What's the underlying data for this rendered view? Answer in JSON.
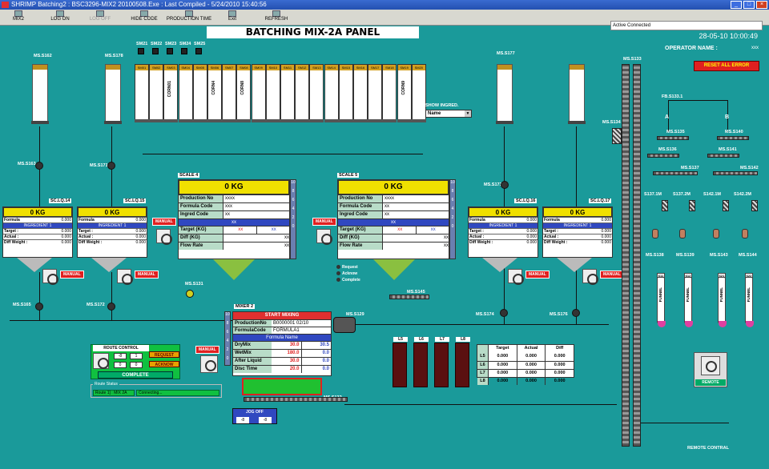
{
  "window": {
    "title": "SHRIMP Batching2 : BSC3296-MIX2 20100508.Exe : Last Compiled - 5/24/2010 15:40:56",
    "status": "Active Connected"
  },
  "toolbar": {
    "items": [
      "MIX2",
      "LOG ON",
      "LOG OFF",
      "HIDE CODE",
      "PRODUCTION TIME",
      "Exit",
      "REFRESH"
    ]
  },
  "header": {
    "title": "BATCHING MIX-2A   PANEL",
    "datetime": "28-05-10 10:00:49",
    "operator_label": "OPERATOR NAME :",
    "operator_value": "xxx",
    "reset": "RESET ALL ERROR"
  },
  "silos": {
    "s162": "MS.S162",
    "s178": "MS.S178",
    "s177": "MS.S177",
    "s133": "MS.S133",
    "s163": "MS.S163",
    "s171": "MS.S171",
    "s173": "MS.S173",
    "s134": "MS.S134",
    "sm21": "SM21",
    "sm22": "SM22",
    "sm23": "SM23",
    "sm24": "SM24",
    "sm25": "SM25"
  },
  "bins": {
    "labels": [
      "SM01",
      "SM02",
      "SM03",
      "SM04",
      "SM05",
      "SM06",
      "SM07",
      "SM08",
      "SM09",
      "SM10",
      "SM11",
      "SM12",
      "SM13",
      "SM14",
      "SM15",
      "SM16",
      "SM17",
      "SM18",
      "SM19",
      "SM20"
    ],
    "v1": "CORN01",
    "v2": "CORN4",
    "v3": "CORN8",
    "v4": "CORN9"
  },
  "show_ingred": {
    "label": "SHOW INGRED.",
    "value": "Name"
  },
  "scale4": {
    "label": "SCALE 4",
    "weight": "0 KG",
    "prod_k": "Production No",
    "prod_v": "xxxx",
    "form_k": "Formula Code",
    "form_v": "xxx",
    "ingr_k": "Ingred Code",
    "ingr_v": "xx",
    "bar": "xx",
    "target_k": "Target (KG)",
    "target_a": "xx",
    "target_b": "xx",
    "diff_k": "Diff (KG)",
    "diff_v": "xx",
    "flow_k": "Flow Rate",
    "flow_v": "xx"
  },
  "scale5": {
    "label": "SCALE 5",
    "weight": "0 KG",
    "prod_k": "Production No",
    "prod_v": "xxxx",
    "form_k": "Formula Code",
    "form_v": "xx",
    "ingr_k": "Ingred Code",
    "ingr_v": "xx",
    "bar": "xx",
    "target_k": "Target (KG)",
    "target_a": "xx",
    "target_b": "xx",
    "diff_k": "Diff (KG)",
    "diff_v": "xx",
    "flow_k": "Flow Rate",
    "flow_v": "xx"
  },
  "scale_ticks": [
    "10",
    "8",
    "6",
    "4",
    "2",
    "0"
  ],
  "sc14": {
    "label": "SC.LQ.14",
    "weight": "0 KG",
    "formula": "Formula",
    "ingr": "INGREDIENT 1",
    "target": "Target :",
    "actual": "Actual :",
    "diff": "Diff Weight :",
    "vals": [
      "0.000",
      "0.000",
      "0.000",
      "0.000"
    ]
  },
  "sc15": {
    "label": "SC.LQ.15",
    "weight": "0 KG",
    "formula": "Formula",
    "ingr": "INGREDIENT 1",
    "target": "Target :",
    "actual": "Actual :",
    "diff": "Diff Weight :",
    "vals": [
      "0.000",
      "0.000",
      "0.000",
      "0.000"
    ]
  },
  "sc16": {
    "label": "SC.LQ.16",
    "weight": "0 KG",
    "formula": "Formula",
    "ingr": "INGREDIENT 1",
    "target": "Target :",
    "actual": "Actual :",
    "diff": "Diff Weight :",
    "vals": [
      "0.000",
      "0.000",
      "0.000",
      "0.000"
    ]
  },
  "sc17": {
    "label": "SC.LQ.17",
    "weight": "0 KG",
    "formula": "Formula",
    "ingr": "INGREDIENT 1",
    "target": "Target :",
    "actual": "Actual :",
    "diff": "Diff Weight :",
    "vals": [
      "0.000",
      "0.000",
      "0.000",
      "0.000"
    ]
  },
  "manual": "MANUAL",
  "misc": {
    "s131": "MS.S131",
    "s145": "MS.S145",
    "s129": "MS.S129",
    "s132": "MS.S132",
    "s165": "MS.S165",
    "s172": "MS.S172",
    "s174": "MS.S174",
    "s176": "MS.S176",
    "request": "Request",
    "acknow": "Acknow",
    "complete": "Complete"
  },
  "mixer": {
    "label": "MIXER 2",
    "start": "START MIXING",
    "prod_k": "ProductionNo",
    "prod_v": "B0000001  02/10",
    "form_k": "FormulaCode",
    "form_v": "FORMULA1",
    "name": "Formula Name",
    "dry_k": "DryMix",
    "dry_a": "30.0",
    "dry_b": "30.5",
    "wet_k": "WetMix",
    "wet_a": "180.0",
    "wet_b": "0.0",
    "after_k": "After Liquid",
    "after_a": "30.0",
    "after_b": "0.0",
    "disc_k": "Disc Time",
    "disc_a": "20.0",
    "disc_b": "0.0"
  },
  "route": {
    "title": "ROUTE CONTROL",
    "a": "-8",
    "b": "1",
    "c": "0",
    "d": "0",
    "request": "REQUEST",
    "acknow": "ACKNOW",
    "complete": "COMPLETE",
    "status_label": "Route Status",
    "status_a": "Route 1] : MIX 2A",
    "status_b": "Connecting..."
  },
  "jog": {
    "title": "JOG OFF",
    "a": "-8",
    "b": "-8"
  },
  "liquids": {
    "l5": "L5",
    "l6": "L6",
    "l7": "L7",
    "l8": "L8"
  },
  "ltable": {
    "h1": "Target",
    "h2": "Actual",
    "h3": "Diff",
    "rows": [
      [
        "L5",
        "0.000",
        "0.000",
        "0.000"
      ],
      [
        "L6",
        "0.000",
        "0.000",
        "0.000"
      ],
      [
        "L7",
        "0.000",
        "0.000",
        "0.000"
      ],
      [
        "L8",
        "0.000",
        "0.000",
        "0.000"
      ]
    ]
  },
  "right": {
    "fb": "FB.S133.1",
    "a": "A",
    "b": "B",
    "s135": "MS.S135",
    "s140": "MS.S140",
    "s136": "MS.S136",
    "s141": "MS.S141",
    "s137": "MS.S137",
    "s142": "MS.S142",
    "m1": "S137.1M",
    "m2": "S137.2M",
    "m3": "S142.1M",
    "m4": "S142.2M",
    "s138": "MS.S138",
    "s139": "MS.S139",
    "s143": "MS.S143",
    "s144": "MS.S144",
    "b611": "611",
    "b612": "612",
    "b621": "621",
    "b622": "622",
    "bagtext": "FUNNEL"
  },
  "remote": {
    "button": "REMOTE",
    "label": "REMOTE CONTRAL"
  }
}
